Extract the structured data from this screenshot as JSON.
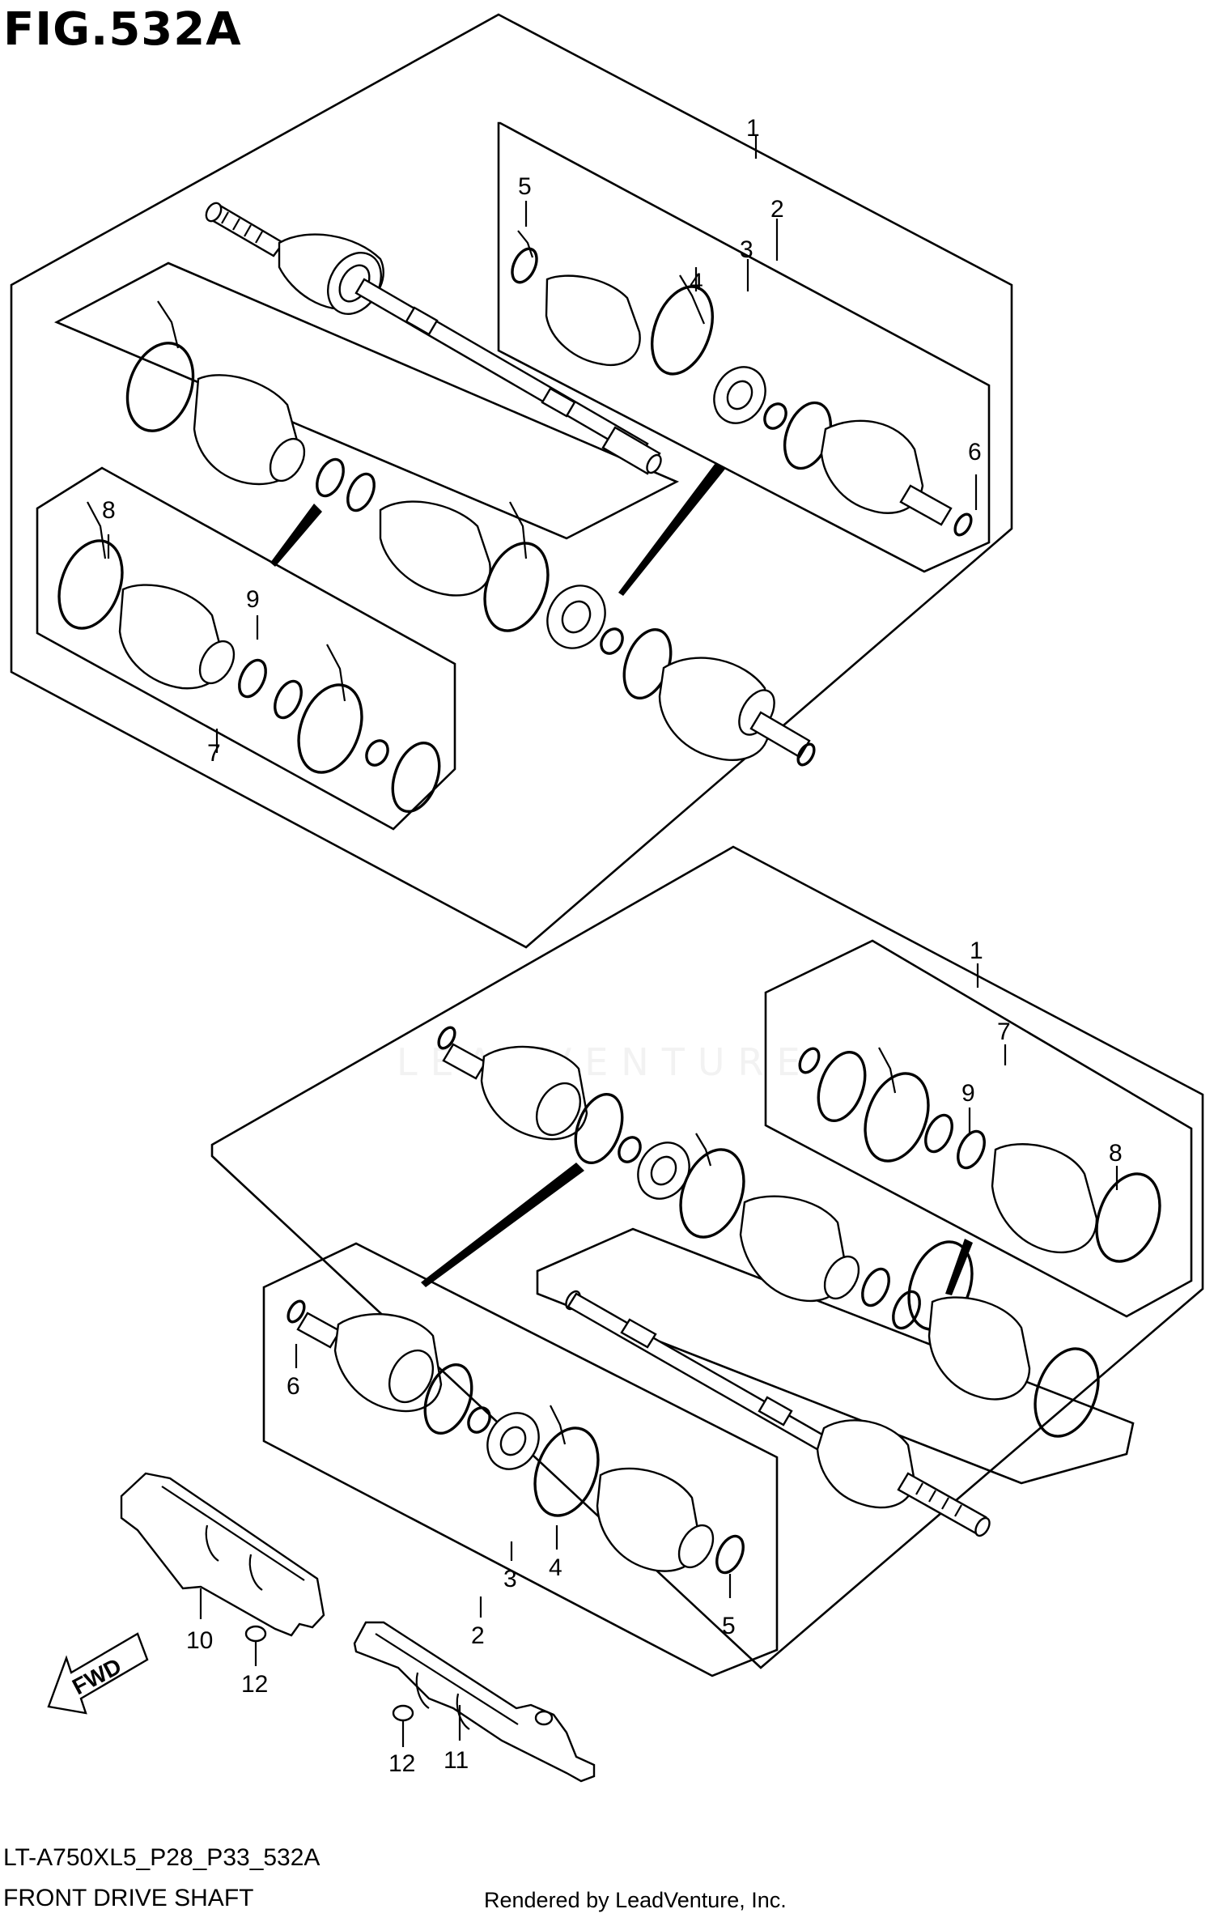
{
  "figure": {
    "title": "FIG.532A",
    "model_code": "LT-A750XL5_P28_P33_532A",
    "section_name": "FRONT DRIVE SHAFT",
    "credit": "Rendered by LeadVenture, Inc.",
    "watermark": "LEADVENTURE"
  },
  "fwd_arrow": {
    "label": "FWD"
  },
  "callouts": {
    "top_group": [
      "1",
      "2",
      "3",
      "4",
      "5",
      "6",
      "7",
      "8",
      "9"
    ],
    "bottom_group": [
      "1",
      "2",
      "3",
      "4",
      "5",
      "6",
      "7",
      "8",
      "9"
    ],
    "guards": [
      "10",
      "11"
    ],
    "bolts": [
      "12",
      "12"
    ]
  },
  "colors": {
    "line": "#000000",
    "background": "#ffffff",
    "watermark": "#f2f2f2"
  }
}
